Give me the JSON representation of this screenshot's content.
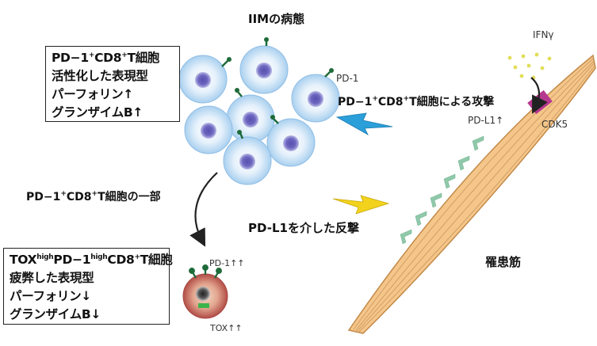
{
  "title": "IIMの病態",
  "box_top": {
    "line1": {
      "a": "PD−1",
      "a_sup": "+",
      "b": "CD8",
      "b_sup": "+",
      "c": "T細胞"
    },
    "line2": "活性化した表現型",
    "line3": "パーフォリン↑",
    "line4": "グランザイムB↑"
  },
  "box_bottom": {
    "line1": {
      "a": "TOX",
      "a_sup": "high",
      "b": "PD−1",
      "b_sup": "high",
      "c": "CD8",
      "c_sup": "+",
      "d": "T細胞"
    },
    "line2": "疲弊した表現型",
    "line3": "パーフォリン↓",
    "line4": "グランザイムB↓"
  },
  "labels": {
    "pd1": "PD-1",
    "ifng": "IFNγ",
    "pdl1_up": "PD-L1↑",
    "cdk5": "CDK5",
    "pd1_upup": "PD-1↑↑",
    "tox_upup": "TOX↑↑",
    "muscle": "罹患筋"
  },
  "attack": {
    "a": "PD−1",
    "a_sup": "+",
    "b": "CD8",
    "b_sup": "+",
    "c": "T細胞による攻撃"
  },
  "subset": {
    "a": "PD−1",
    "a_sup": "+",
    "b": "CD8",
    "b_sup": "+",
    "c": "T細胞の一部"
  },
  "counter": "PD-L1を介した反撃",
  "colors": {
    "cell_fill": "#dcebf8",
    "cell_edge": "#8fbde6",
    "nucleus": "#4e4aa0",
    "receptor": "#1f6b3a",
    "muscle": "#f5c68a",
    "muscle_edge": "#c28a4a",
    "pdl1": "#8fc9aa",
    "cdk5": "#b6378f",
    "ifn_dots": "#e3dd5a",
    "bolt_blue": "#2b9fd9",
    "bolt_yellow": "#f2d21c",
    "exhausted_cell": "#c8605a"
  }
}
